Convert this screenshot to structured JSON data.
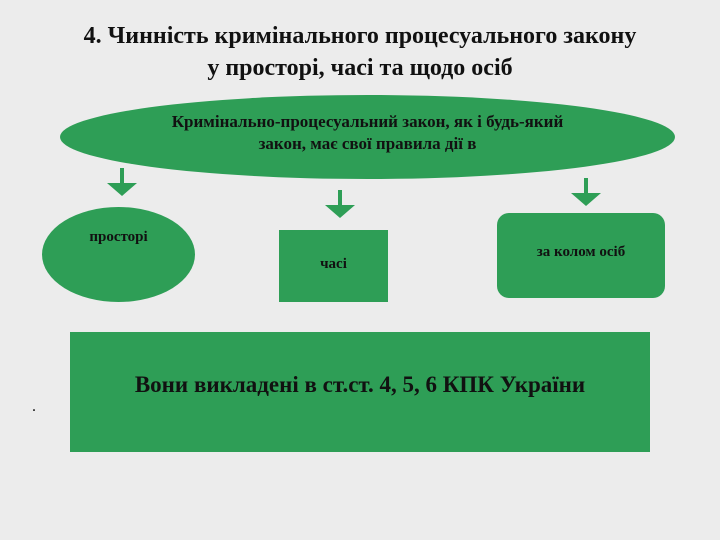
{
  "title": {
    "line1": "4. Чинність кримінального процесуального закону",
    "line2": "у просторі, часі та щодо осіб"
  },
  "diagram": {
    "main_text": "Кримінально-процесуальний закон, як і будь-який закон, має свої правила дії в",
    "nodes": {
      "space": "просторі",
      "time": "часі",
      "persons": "за колом осіб"
    },
    "conclusion": "Вони викладені в ст.ст. 4, 5, 6 КПК України",
    "bullet": "."
  },
  "colors": {
    "node_fill": "#2e9e56",
    "arrow": "#2e9e56",
    "background": "#ececec",
    "text": "#111111"
  }
}
